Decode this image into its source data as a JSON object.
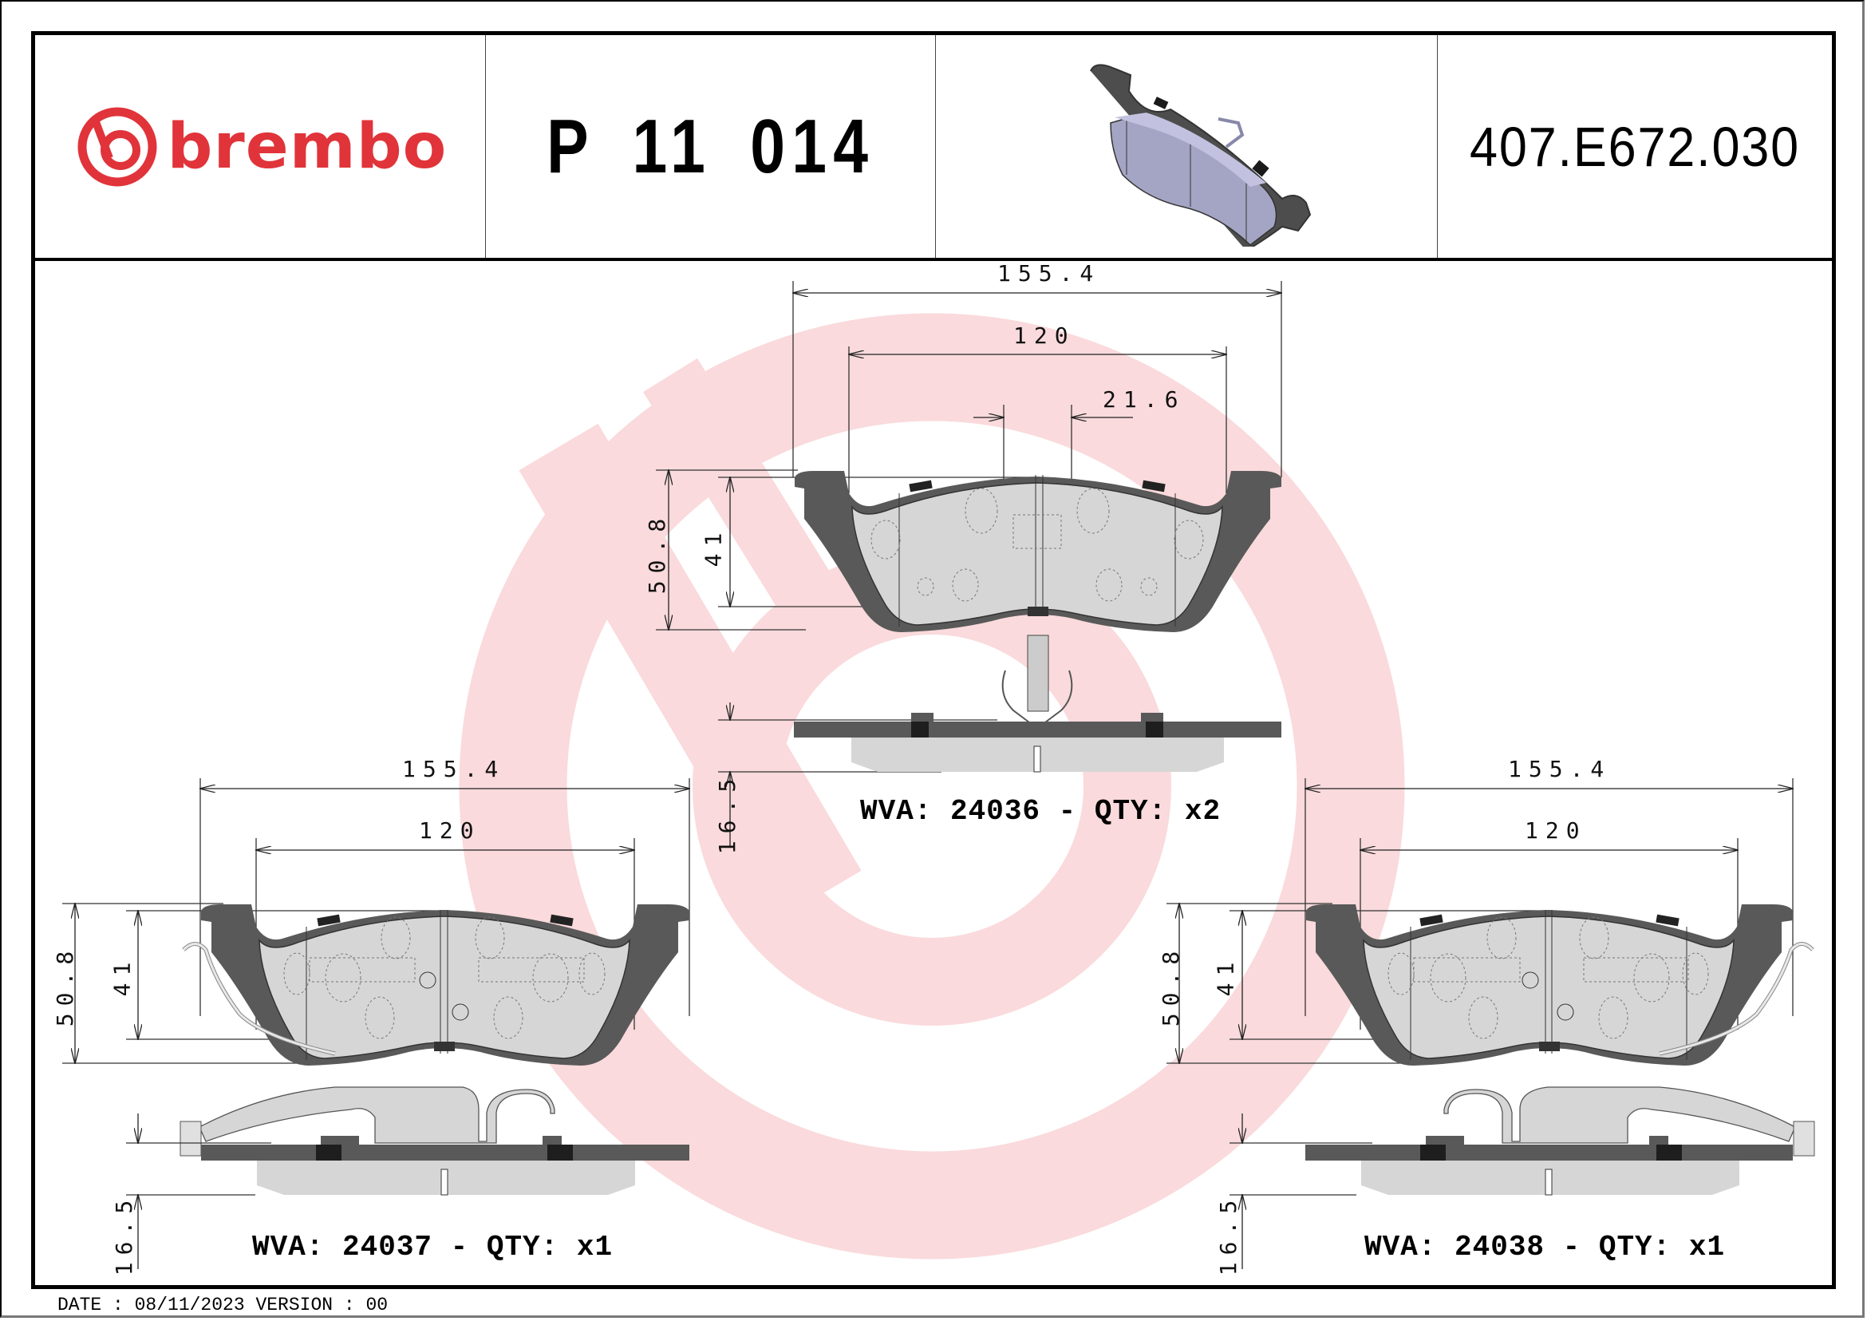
{
  "header": {
    "brand": "brembo",
    "brand_color": "#e0343a",
    "part_number": "P 11 014",
    "reference_code": "407.E672.030",
    "product_image": "brake-pad-3d-render"
  },
  "watermark": {
    "type": "brembo-logo",
    "color": "#f9d8da"
  },
  "views": [
    {
      "id": "top",
      "wva_label": "WVA: 24036 - QTY: x2",
      "wva": "24036",
      "qty": "x2",
      "dims": {
        "width_total": "155.4",
        "width_inner": "120",
        "sensor_offset": "21.6",
        "height_total": "50.8",
        "height_inner": "41",
        "thickness": "16.5"
      }
    },
    {
      "id": "bottom-left",
      "wva_label": "WVA: 24037 - QTY: x1",
      "wva": "24037",
      "qty": "x1",
      "dims": {
        "width_total": "155.4",
        "width_inner": "120",
        "height_total": "50.8",
        "height_inner": "41",
        "thickness": "16.5"
      }
    },
    {
      "id": "bottom-right",
      "wva_label": "WVA: 24038 - QTY: x1",
      "wva": "24038",
      "qty": "x1",
      "dims": {
        "width_total": "155.4",
        "width_inner": "120",
        "height_total": "50.8",
        "height_inner": "41",
        "thickness": "16.5"
      }
    }
  ],
  "footer": {
    "date_version": "DATE : 08/11/2023 VERSION : 00"
  },
  "colors": {
    "backplate": "#595959",
    "friction": "#d6d6d6",
    "watermark": "#f9d8da",
    "render_friction": "#a6a6c8"
  }
}
